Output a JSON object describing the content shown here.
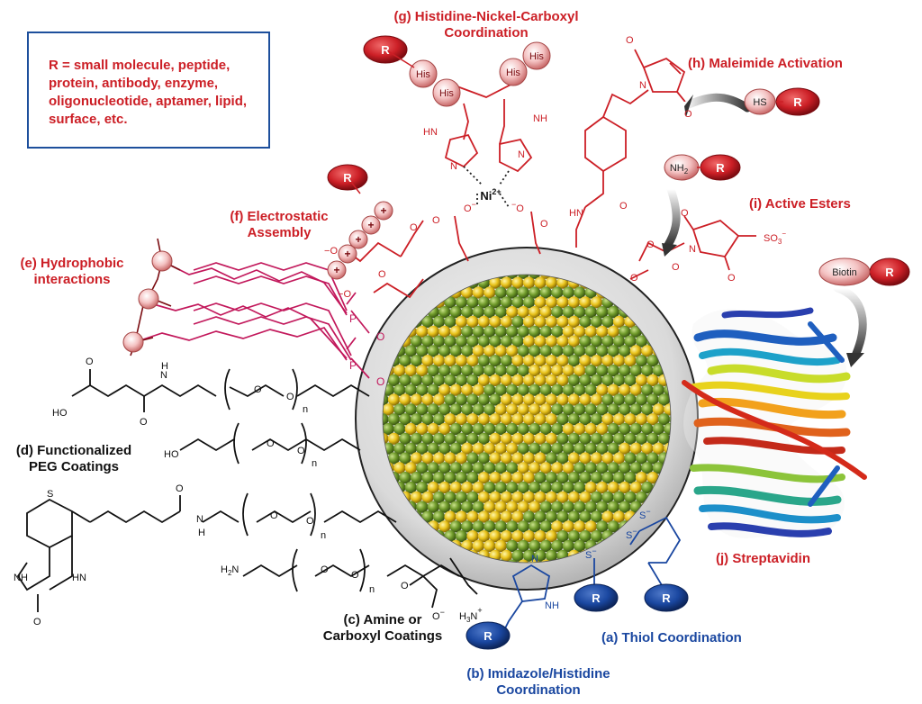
{
  "legend": {
    "r_definition": "R = small molecule, peptide, protein, antibody, enzyme, oligonucleotide, aptamer, lipid, surface, etc."
  },
  "labels": {
    "g_line1": "(g) Histidine-Nickel-Carboxyl",
    "g_line2": "Coordination",
    "h": "(h) Maleimide Activation",
    "i": "(i) Active Esters",
    "f_line1": "(f) Electrostatic",
    "f_line2": "Assembly",
    "e_line1": "(e) Hydrophobic",
    "e_line2": "interactions",
    "d_line1": "(d) Functionalized",
    "d_line2": "PEG Coatings",
    "c_line1": "(c) Amine or",
    "c_line2": "Carboxyl Coatings",
    "b_line1": "(b) Imidazole/Histidine",
    "b_line2": "Coordination",
    "a": "(a) Thiol Coordination",
    "j": "(j) Streptavidin"
  },
  "tokens": {
    "r": "R",
    "his": "His",
    "hs": "HS",
    "nh2": "NH",
    "nh2_sub": "2",
    "biotin": "Biotin",
    "ni": "Ni",
    "ni_sup": "2+",
    "nh": "NH",
    "hn": "HN",
    "n": "N",
    "o": "O",
    "o_minus": "O",
    "minus": "−",
    "plus": "+",
    "p": "P",
    "ho": "HO",
    "h": "H",
    "s": "S",
    "so3": "SO",
    "so3_sub": "3",
    "subscript_n": "n",
    "h3n": "H",
    "h3n_sub": "3",
    "h3n_n": "N",
    "h2n": "H",
    "h2n_sub": "2",
    "h2n_n": "N"
  },
  "colors": {
    "red": "#cc1f26",
    "blue": "#1a47a0",
    "magenta": "#c2185b",
    "black": "#111111",
    "green_sphere": "#6f9a2a",
    "gold_sphere": "#e8c21a",
    "shell_gray": "#d9d9d9"
  }
}
